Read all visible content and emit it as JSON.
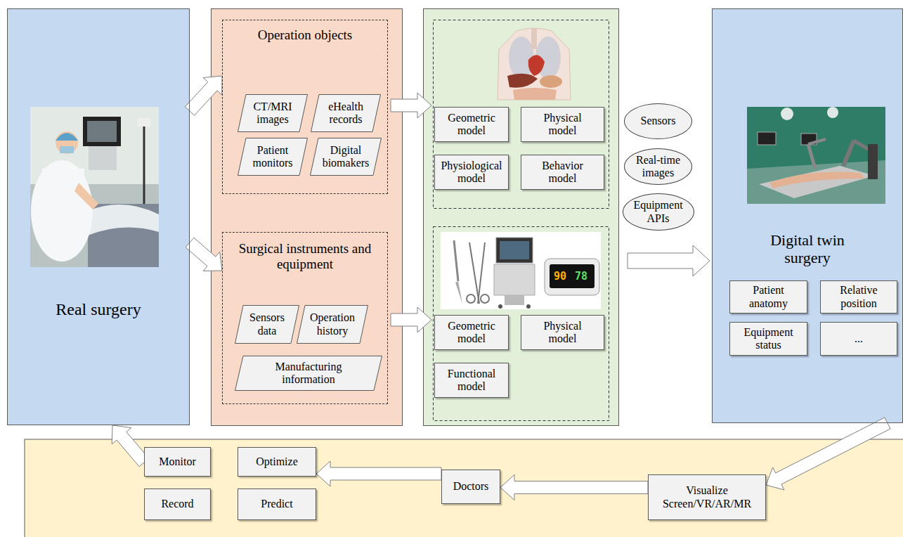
{
  "diagram": {
    "nodes": [
      {
        "text": [
          "Real surgery"
        ]
      },
      {
        "text": [
          "Operation objects"
        ]
      },
      {
        "text": [
          "CT/MRI images"
        ],
        "in": 1
      },
      {
        "text": [
          "eHealth records"
        ],
        "in": 1
      },
      {
        "text": [
          "Patient monitors"
        ],
        "in": 1
      },
      {
        "text": [
          "Digital biomakers"
        ],
        "in": 1
      },
      {
        "text": [
          "Surgical instruments and equipment"
        ]
      },
      {
        "text": [
          "Sensors data"
        ],
        "in": 6
      },
      {
        "text": [
          "Operation history"
        ],
        "in": 6
      },
      {
        "text": [
          "Manufacturing information"
        ],
        "in": 6
      },
      {
        "text": [
          "Geometric model"
        ]
      },
      {
        "text": [
          "Physical model"
        ]
      },
      {
        "text": [
          "Physiological model"
        ]
      },
      {
        "text": [
          "Behavior model"
        ]
      },
      {
        "text": [
          "Geometric model"
        ]
      },
      {
        "text": [
          "Physical model"
        ]
      },
      {
        "text": [
          "Functional model"
        ]
      },
      {
        "text": [
          "Sensors"
        ]
      },
      {
        "text": [
          "Real-time images"
        ]
      },
      {
        "text": [
          "Equipment APIs"
        ]
      },
      {
        "text": [
          "Digital twin surgery"
        ]
      },
      {
        "text": [
          "Patient anatomy"
        ],
        "in": 20
      },
      {
        "text": [
          "Relative position"
        ],
        "in": 20
      },
      {
        "text": [
          "Equipment status"
        ],
        "in": 20
      },
      {
        "text": [
          "..."
        ],
        "in": 20
      },
      {
        "text": [
          "Monitor"
        ]
      },
      {
        "text": [
          "Optimize"
        ]
      },
      {
        "text": [
          "Record"
        ]
      },
      {
        "text": [
          "Predict"
        ]
      },
      {
        "text": [
          "Doctors"
        ]
      },
      {
        "text": [
          "Visualize Screen/VR/AR/MR"
        ]
      }
    ],
    "edges": [
      {
        "from": 0,
        "to": 1,
        "arrow": "to"
      },
      {
        "from": 0,
        "to": 6,
        "arrow": "to"
      },
      {
        "from": 20,
        "to": 30,
        "arrow": "to"
      },
      {
        "from": 30,
        "to": 29,
        "arrow": "to"
      },
      {
        "from": 29,
        "to": 26,
        "arrow": "to"
      },
      {
        "from": 25,
        "to": 0,
        "arrow": "to"
      }
    ],
    "labels": [
      "90",
      "78"
    ]
  }
}
